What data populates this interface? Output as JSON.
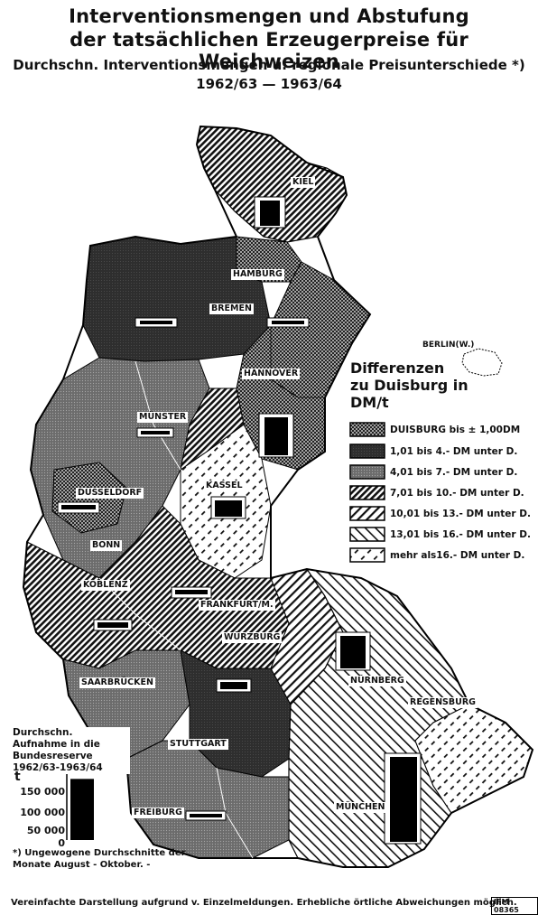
{
  "title_line1": "Interventionsmengen und Abstufung",
  "title_line2": "der tatsächlichen Erzeugerpreise für Weichweizen",
  "subtitle": "Durchschn. Interventionsmengen u. regionale Preisunterschiede *)",
  "period": "1962/63 — 1963/64",
  "legend": {
    "title_line1": "Differenzen",
    "title_line2": "zu Duisburg in DM/t",
    "items": [
      {
        "label": "DUISBURG bis ± 1,00DM",
        "pattern": "dots"
      },
      {
        "label": "1,01 bis 4.- DM unter D.",
        "pattern": "dark"
      },
      {
        "label": "4,01 bis 7.- DM unter D.",
        "pattern": "mid"
      },
      {
        "label": "7,01 bis 10.- DM unter D.",
        "pattern": "hatch-dense"
      },
      {
        "label": "10,01 bis 13.- DM unter D.",
        "pattern": "hatch-medium"
      },
      {
        "label": "13,01 bis 16.- DM unter D.",
        "pattern": "hatch-back"
      },
      {
        "label": "mehr als16.- DM unter D.",
        "pattern": "hatch-sparse"
      }
    ]
  },
  "cities": {
    "kiel": "KIEL",
    "hamburg": "HAMBURG",
    "bremen": "BREMEN",
    "hannover": "HANNOVER",
    "berlin": "BERLIN(W.)",
    "muenster": "MÜNSTER",
    "duesseldorf": "DÜSSELDORF",
    "kassel": "KASSEL",
    "bonn": "BONN",
    "koblenz": "KOBLENZ",
    "frankfurt": "FRANKFURT/M.",
    "wuerzburg": "WÜRZBURG",
    "saarbruecken": "SAARBRÜCKEN",
    "nuernberg": "NÜRNBERG",
    "regensburg": "REGENSBURG",
    "stuttgart": "STUTTGART",
    "muenchen": "MÜNCHEN",
    "freiburg": "FREIBURG"
  },
  "inset": {
    "title": "Durchschn. Aufnahme in die Bundesreserve 1962/63-1963/64",
    "unit": "t",
    "ticks": [
      "150 000",
      "100 000",
      "50 000",
      "0"
    ],
    "y_max": 150000,
    "value": 175000
  },
  "footnote": "*) Ungewogene Durchschnitte der Monate August - Oktober. -",
  "footer": "Vereinfachte Darstellung aufgrund v. Einzelmeldungen. Erhebliche örtliche Abweichungen möglich.",
  "credit": "IFM 08365"
}
